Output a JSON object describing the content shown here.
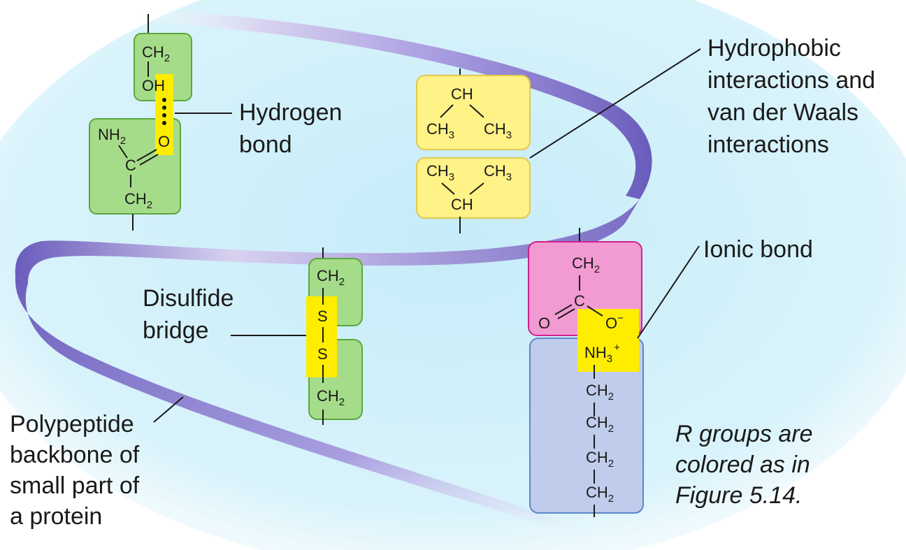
{
  "labels": {
    "hydrogen_bond": [
      "Hydrogen",
      "bond"
    ],
    "hydrophobic": [
      "Hydrophobic",
      "interactions and",
      "van der Waals",
      "interactions"
    ],
    "ionic_bond": [
      "Ionic bond"
    ],
    "disulfide": [
      "Disulfide",
      "bridge"
    ],
    "backbone": [
      "Polypeptide",
      "backbone of",
      "small part of",
      "a protein"
    ],
    "note": [
      "R groups are",
      "colored as in",
      "Figure 5.14."
    ]
  },
  "chem": {
    "ch": "CH",
    "c": "C",
    "o": "O",
    "oh": "OH",
    "s": "S",
    "nh": "NH",
    "sub2": "2",
    "sub3": "3",
    "minus": "−",
    "plus": "+"
  },
  "colors": {
    "background_glow": "#cdeef9",
    "ribbon": "#8478c8",
    "polar_group": "#a5dc8a",
    "polar_border": "#5aa83c",
    "nonpolar_group": "#fff287",
    "nonpolar_border": "#e3c84a",
    "acidic_group": "#f29ad2",
    "acidic_border": "#d0208a",
    "basic_group": "#bfccec",
    "basic_border": "#5c86c8",
    "bond_highlight": "#ffed00"
  }
}
